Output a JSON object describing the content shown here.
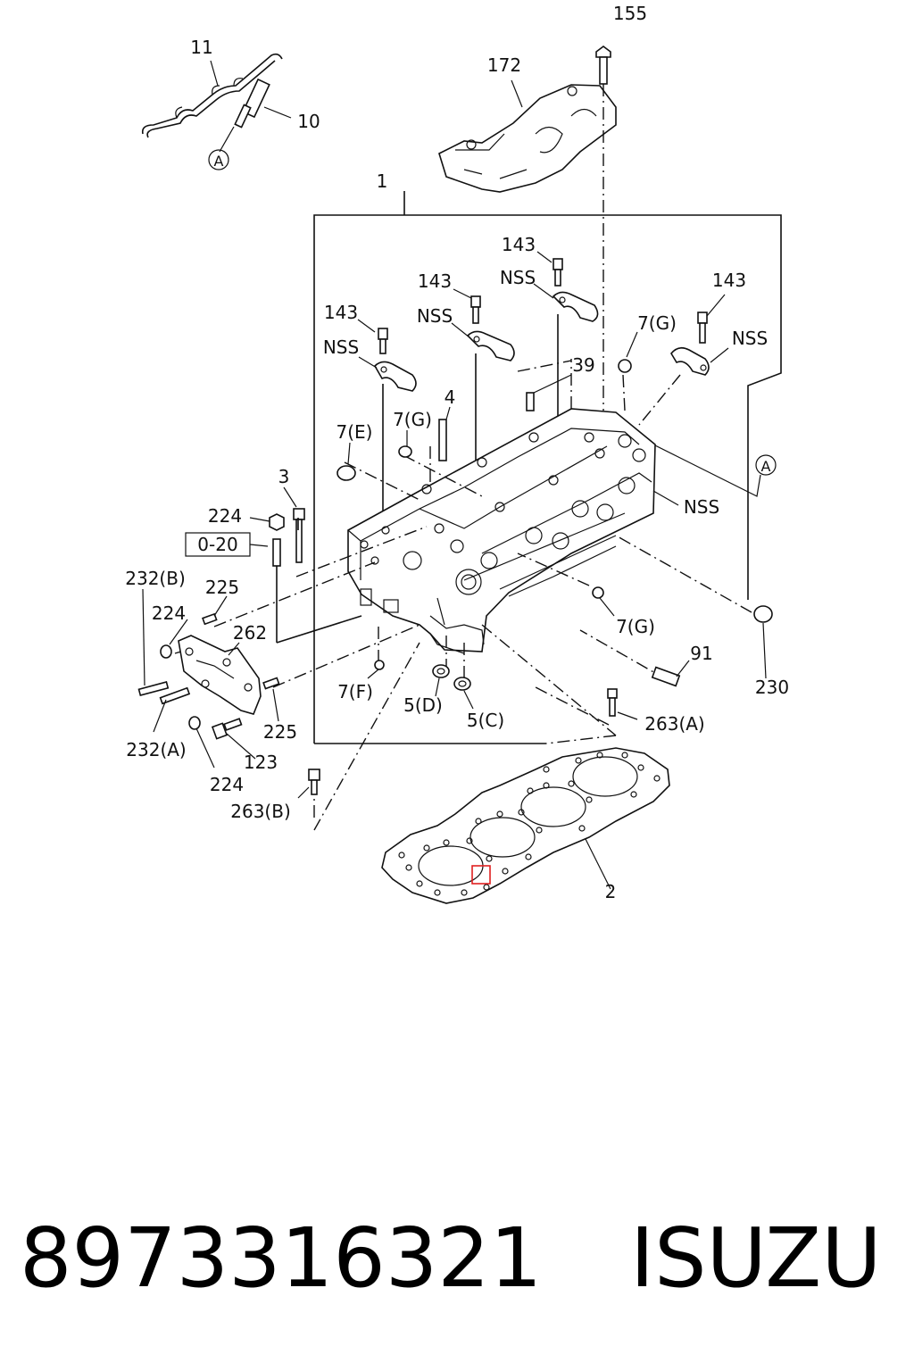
{
  "labels": {
    "l155": "155",
    "l172": "172",
    "l11": "11",
    "l10": "10",
    "l1": "1",
    "l143a": "143",
    "l143b": "143",
    "l143c": "143",
    "l143d": "143",
    "nss1": "NSS",
    "nss2": "NSS",
    "nss3": "NSS",
    "nss4": "NSS",
    "nss5": "NSS",
    "l7g1": "7(G)",
    "l7g2": "7(G)",
    "l7g3": "7(G)",
    "l7e": "7(E)",
    "l7f": "7(F)",
    "l39": "39",
    "l4": "4",
    "l3": "3",
    "l224a": "224",
    "l224b": "224",
    "l224c": "224",
    "l020": "0-20",
    "l232b": "232(B)",
    "l232a": "232(A)",
    "l225a": "225",
    "l225b": "225",
    "l262": "262",
    "l123": "123",
    "l263b": "263(B)",
    "l263a": "263(A)",
    "l5d": "5(D)",
    "l5c": "5(C)",
    "l91": "91",
    "l230": "230",
    "l2": "2",
    "circA1": "A",
    "circA2": "A"
  },
  "footer": {
    "part_number": "8973316321",
    "brand": "ISUZU"
  },
  "highlight_color": "#e02020"
}
